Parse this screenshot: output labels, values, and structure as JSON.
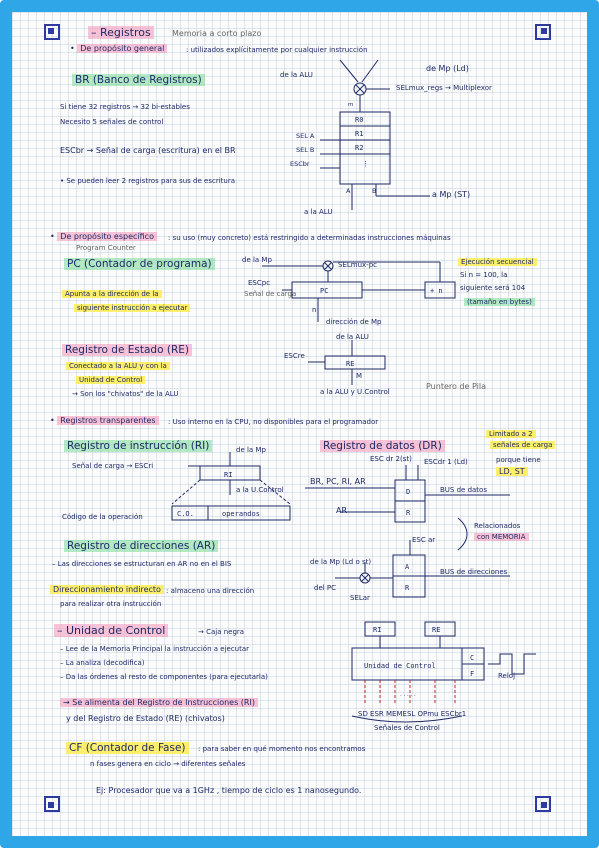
{
  "header": {
    "title": "– Registros",
    "subtitle": "Memoria a corto plazo"
  },
  "general": {
    "heading": "De propósito general",
    "desc": ": utilizados explícitamente por cualquier instrucción",
    "br_title": "BR (Banco de Registros)",
    "line1": "Si tiene 32 registros → 32 bi-estables",
    "line2": "Necesito 5 señales de control",
    "escbr": "ESCbr → Señal de carga (escritura) en el BR",
    "bullet": "• Se pueden leer 2 registros para sus de escritura",
    "from_alu": "de la ALU",
    "from_mp": "de Mp (Ld)",
    "selmux": "SELmux_regs → Multiplexor",
    "m": "m",
    "regs": [
      "R0",
      "R1",
      "R2",
      "⋮"
    ],
    "sela": "SEL A",
    "selb": "SEL B",
    "escbr_lbl": "ESCbr",
    "port_a": "A",
    "port_b": "B",
    "to_mp": "a Mp (ST)",
    "to_alu": "a la ALU"
  },
  "specific": {
    "heading": "De propósito específico",
    "desc": ": su uso (muy concreto) está restringido a determinadas instrucciones máquinas",
    "pc_note": "Program Counter",
    "pc_title": "PC (Contador de programa)",
    "pc_desc1": "Apunta a la dirección de la",
    "pc_desc2": "siguiente instrucción a ejecutar",
    "from_mp": "de la Mp",
    "selmuxpc": "SELmux-pc",
    "escpc": "ESCpc",
    "escpc_sub": "Señal de carga",
    "pc_box": "PC",
    "plus_n": "+ n",
    "n": "n",
    "dir_mp": "dirección de Mp",
    "seq1": "Ejecución secuencial",
    "seq2": "Si n = 100, la",
    "seq3": "siguiente será 104",
    "seq4": "(tamaño en bytes)",
    "re_title": "Registro de Estado (RE)",
    "re_desc1": "Conectado a la ALU y con la",
    "re_desc2": "Unidad de Control",
    "re_desc3": "→ Son los \"chivatos\" de la ALU",
    "de_alu": "de la ALU",
    "escre": "ESCre",
    "re_box": "RE",
    "m": "M",
    "to_alu_uc": "a la ALU y U.Control",
    "stack": "Puntero de Pila"
  },
  "transparent": {
    "heading": "Registros transparentes",
    "desc": ": Uso interno en la CPU, no disponibles para el programador",
    "ri_title": "Registro de instrucción (RI)",
    "ri_from": "de la Mp",
    "ri_esc": "Señal de carga → ESCri",
    "ri_box": "RI",
    "ri_to": "a la U.Control",
    "co": "C.O.",
    "operands": "operandos",
    "opcode": "Código de la operación",
    "dr_title": "Registro de datos (DR)",
    "dr_note1": "Limitado a 2",
    "dr_note2": "señales de carga",
    "dr_esc1": "ESC dr 2(st)",
    "dr_esc2": "ESCdr 1 (Ld)",
    "dr_why": "porque tiene",
    "dr_ldst": "LD, ST",
    "dr_sources": "BR, PC, RI, AR",
    "dr_d": "D",
    "dr_r": "R",
    "bus_datos": "BUS de datos",
    "dr_in": "AR",
    "rel1": "Relacionados",
    "rel2": "con MEMORIA",
    "ar_title": "Registro de direcciones (AR)",
    "ar_desc": "– Las direcciones se estructuran en AR no en el BIS",
    "ar_from": "de la Mp (Ld o st)",
    "escar": "ESC ar",
    "ar_a": "A",
    "ar_r": "R",
    "bus_dir": "BUS de direcciones",
    "del_pc": "del PC",
    "selar": "SELar",
    "indirect1": "Direccionamiento indirecto",
    "indirect2": ": almaceno una dirección",
    "indirect3": "para realizar otra instrucción"
  },
  "control": {
    "title": "– Unidad de Control",
    "arrow_note": "→ Caja negra",
    "l1": "– Lee de la Memoria Principal la instrucción a ejecutar",
    "l2": "– La analiza (decodifica)",
    "l3": "– Da las órdenes al resto de componentes (para ejecutarla)",
    "feed1": "→ Se alimenta del Registro de Instrucciones (RI)",
    "feed2": "y del Registro de Estado (RE) (chivatos)",
    "ri": "RI",
    "re": "RE",
    "uc_box": "Unidad de Control",
    "cf_c": "C",
    "cf_f": "F",
    "relay": "Reloj",
    "signals": "SD  ESR  MEMESL  OPmu  ESCbr1",
    "dots": "· · · · ·",
    "signals_label": "Señales de Control"
  },
  "cf": {
    "title": "CF (Contador de Fase)",
    "desc1": ": para saber en qué momento nos encontramos",
    "desc2": "n fases genera en ciclo → diferentes señales"
  },
  "example": "Ej: Procesador que va a 1GHz , tiempo de ciclo es 1 nanosegundo."
}
